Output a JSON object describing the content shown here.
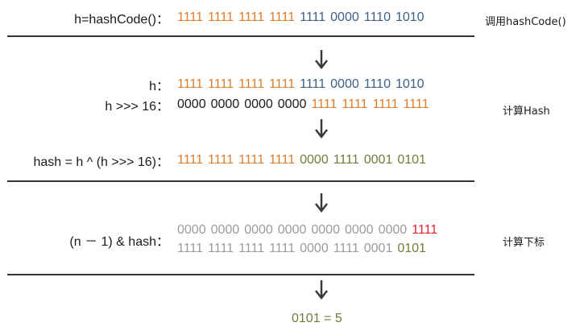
{
  "colors": {
    "orange": "#E07B2A",
    "blue": "#3B5F86",
    "black": "#1a1a1a",
    "green": "#6E7D3A",
    "gray": "#9a9a9a",
    "red": "#E0202A"
  },
  "step1": {
    "label": "h=hashCode()：",
    "groups": [
      {
        "text": "1111",
        "color": "orange"
      },
      {
        "text": "1111",
        "color": "orange"
      },
      {
        "text": "1111",
        "color": "orange"
      },
      {
        "text": "1111",
        "color": "orange"
      },
      {
        "text": "1111",
        "color": "blue"
      },
      {
        "text": "0000",
        "color": "blue"
      },
      {
        "text": "1110",
        "color": "blue"
      },
      {
        "text": "1010",
        "color": "blue"
      }
    ],
    "side": "调用hashCode()"
  },
  "step2": {
    "h_label": "h：",
    "h_groups": [
      {
        "text": "1111",
        "color": "orange"
      },
      {
        "text": "1111",
        "color": "orange"
      },
      {
        "text": "1111",
        "color": "orange"
      },
      {
        "text": "1111",
        "color": "orange"
      },
      {
        "text": "1111",
        "color": "blue"
      },
      {
        "text": "0000",
        "color": "blue"
      },
      {
        "text": "1110",
        "color": "blue"
      },
      {
        "text": "1010",
        "color": "blue"
      }
    ],
    "shift_label": "h >>> 16：",
    "shift_groups": [
      {
        "text": "0000",
        "color": "black"
      },
      {
        "text": "0000",
        "color": "black"
      },
      {
        "text": "0000",
        "color": "black"
      },
      {
        "text": "0000",
        "color": "black"
      },
      {
        "text": "1111",
        "color": "orange"
      },
      {
        "text": "1111",
        "color": "orange"
      },
      {
        "text": "1111",
        "color": "orange"
      },
      {
        "text": "1111",
        "color": "orange"
      }
    ],
    "side": "计算Hash"
  },
  "step3": {
    "label": "hash = h ^ (h >>> 16)：",
    "groups": [
      {
        "text": "1111",
        "color": "orange"
      },
      {
        "text": "1111",
        "color": "orange"
      },
      {
        "text": "1111",
        "color": "orange"
      },
      {
        "text": "1111",
        "color": "orange"
      },
      {
        "text": "0000",
        "color": "green"
      },
      {
        "text": "1111",
        "color": "green"
      },
      {
        "text": "0001",
        "color": "green"
      },
      {
        "text": "0101",
        "color": "green"
      }
    ]
  },
  "step4": {
    "label": "(n － 1) & hash：",
    "n_groups": [
      {
        "text": "0000",
        "color": "gray"
      },
      {
        "text": "0000",
        "color": "gray"
      },
      {
        "text": "0000",
        "color": "gray"
      },
      {
        "text": "0000",
        "color": "gray"
      },
      {
        "text": "0000",
        "color": "gray"
      },
      {
        "text": "0000",
        "color": "gray"
      },
      {
        "text": "0000",
        "color": "gray"
      },
      {
        "text": "1111",
        "color": "red"
      }
    ],
    "hash_groups": [
      {
        "text": "1111",
        "color": "gray"
      },
      {
        "text": "1111",
        "color": "gray"
      },
      {
        "text": "1111",
        "color": "gray"
      },
      {
        "text": "1111",
        "color": "gray"
      },
      {
        "text": "0000",
        "color": "gray"
      },
      {
        "text": "1111",
        "color": "gray"
      },
      {
        "text": "0001",
        "color": "gray"
      },
      {
        "text": "0101",
        "color": "green"
      }
    ],
    "side": "计算下标"
  },
  "result": {
    "text": "0101 = 5",
    "color": "green"
  }
}
